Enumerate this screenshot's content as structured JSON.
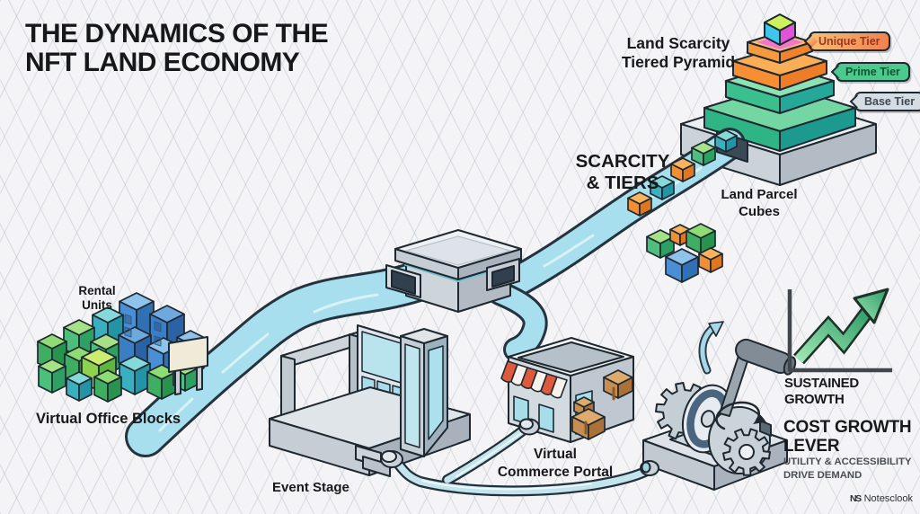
{
  "title": {
    "line1": "THE DYNAMICS OF THE",
    "line2": "NFT LAND ECONOMY"
  },
  "pyramid_section": {
    "heading_line1": "Land Scarcity",
    "heading_line2": "Tiered Pyramid",
    "badges": [
      {
        "label": "Unique Tier",
        "bg": "#f59a5a",
        "text_color": "#9e3224"
      },
      {
        "label": "Prime Tier",
        "bg": "#4cc98e",
        "text_color": "#14532f"
      },
      {
        "label": "Base Tier",
        "bg": "#d5dce4",
        "text_color": "#3c4955"
      }
    ]
  },
  "flow_labels": {
    "scarcity_line1": "SCARCITY",
    "scarcity_line2": "& TIERS",
    "parcel_line1": "Land Parcel",
    "parcel_line2": "Cubes"
  },
  "left_section": {
    "rental_line1": "Rental",
    "rental_line2": "Units",
    "office_label": "Virtual Office Blocks"
  },
  "stage_section": {
    "label": "Event Stage"
  },
  "portal_section": {
    "line1": "Virtual",
    "line2": "Commerce Portal"
  },
  "growth_section": {
    "label": "SUSTAINED GROWTH"
  },
  "lever_section": {
    "heading_line1": "COST GROWTH",
    "heading_line2": "LEVER",
    "sub_line1": "UTILITY & ACCESSIBILITY",
    "sub_line2": "DRIVE DEMAND"
  },
  "footer": {
    "mark": "NS",
    "brand": "Notesclook"
  },
  "colors": {
    "background": "#f4f4f6",
    "outline": "#1e2830",
    "river": "#a7dfee",
    "pipe": "#c3e4ec",
    "badge_unique": "#f59a5a",
    "badge_prime": "#4cc98e",
    "badge_base": "#d5dce4",
    "tier_orange": "#f68f33",
    "tier_green": "#2fb585",
    "cube_blue": "#4a8ed3",
    "cube_teal": "#3bafc0",
    "cube_orange": "#f08f36",
    "cube_green": "#4cbf7d",
    "box_brown": "#c68e52",
    "awning_red": "#dd5a3c",
    "growth_arrow_green": "#3fae74",
    "text": "#17181a"
  }
}
